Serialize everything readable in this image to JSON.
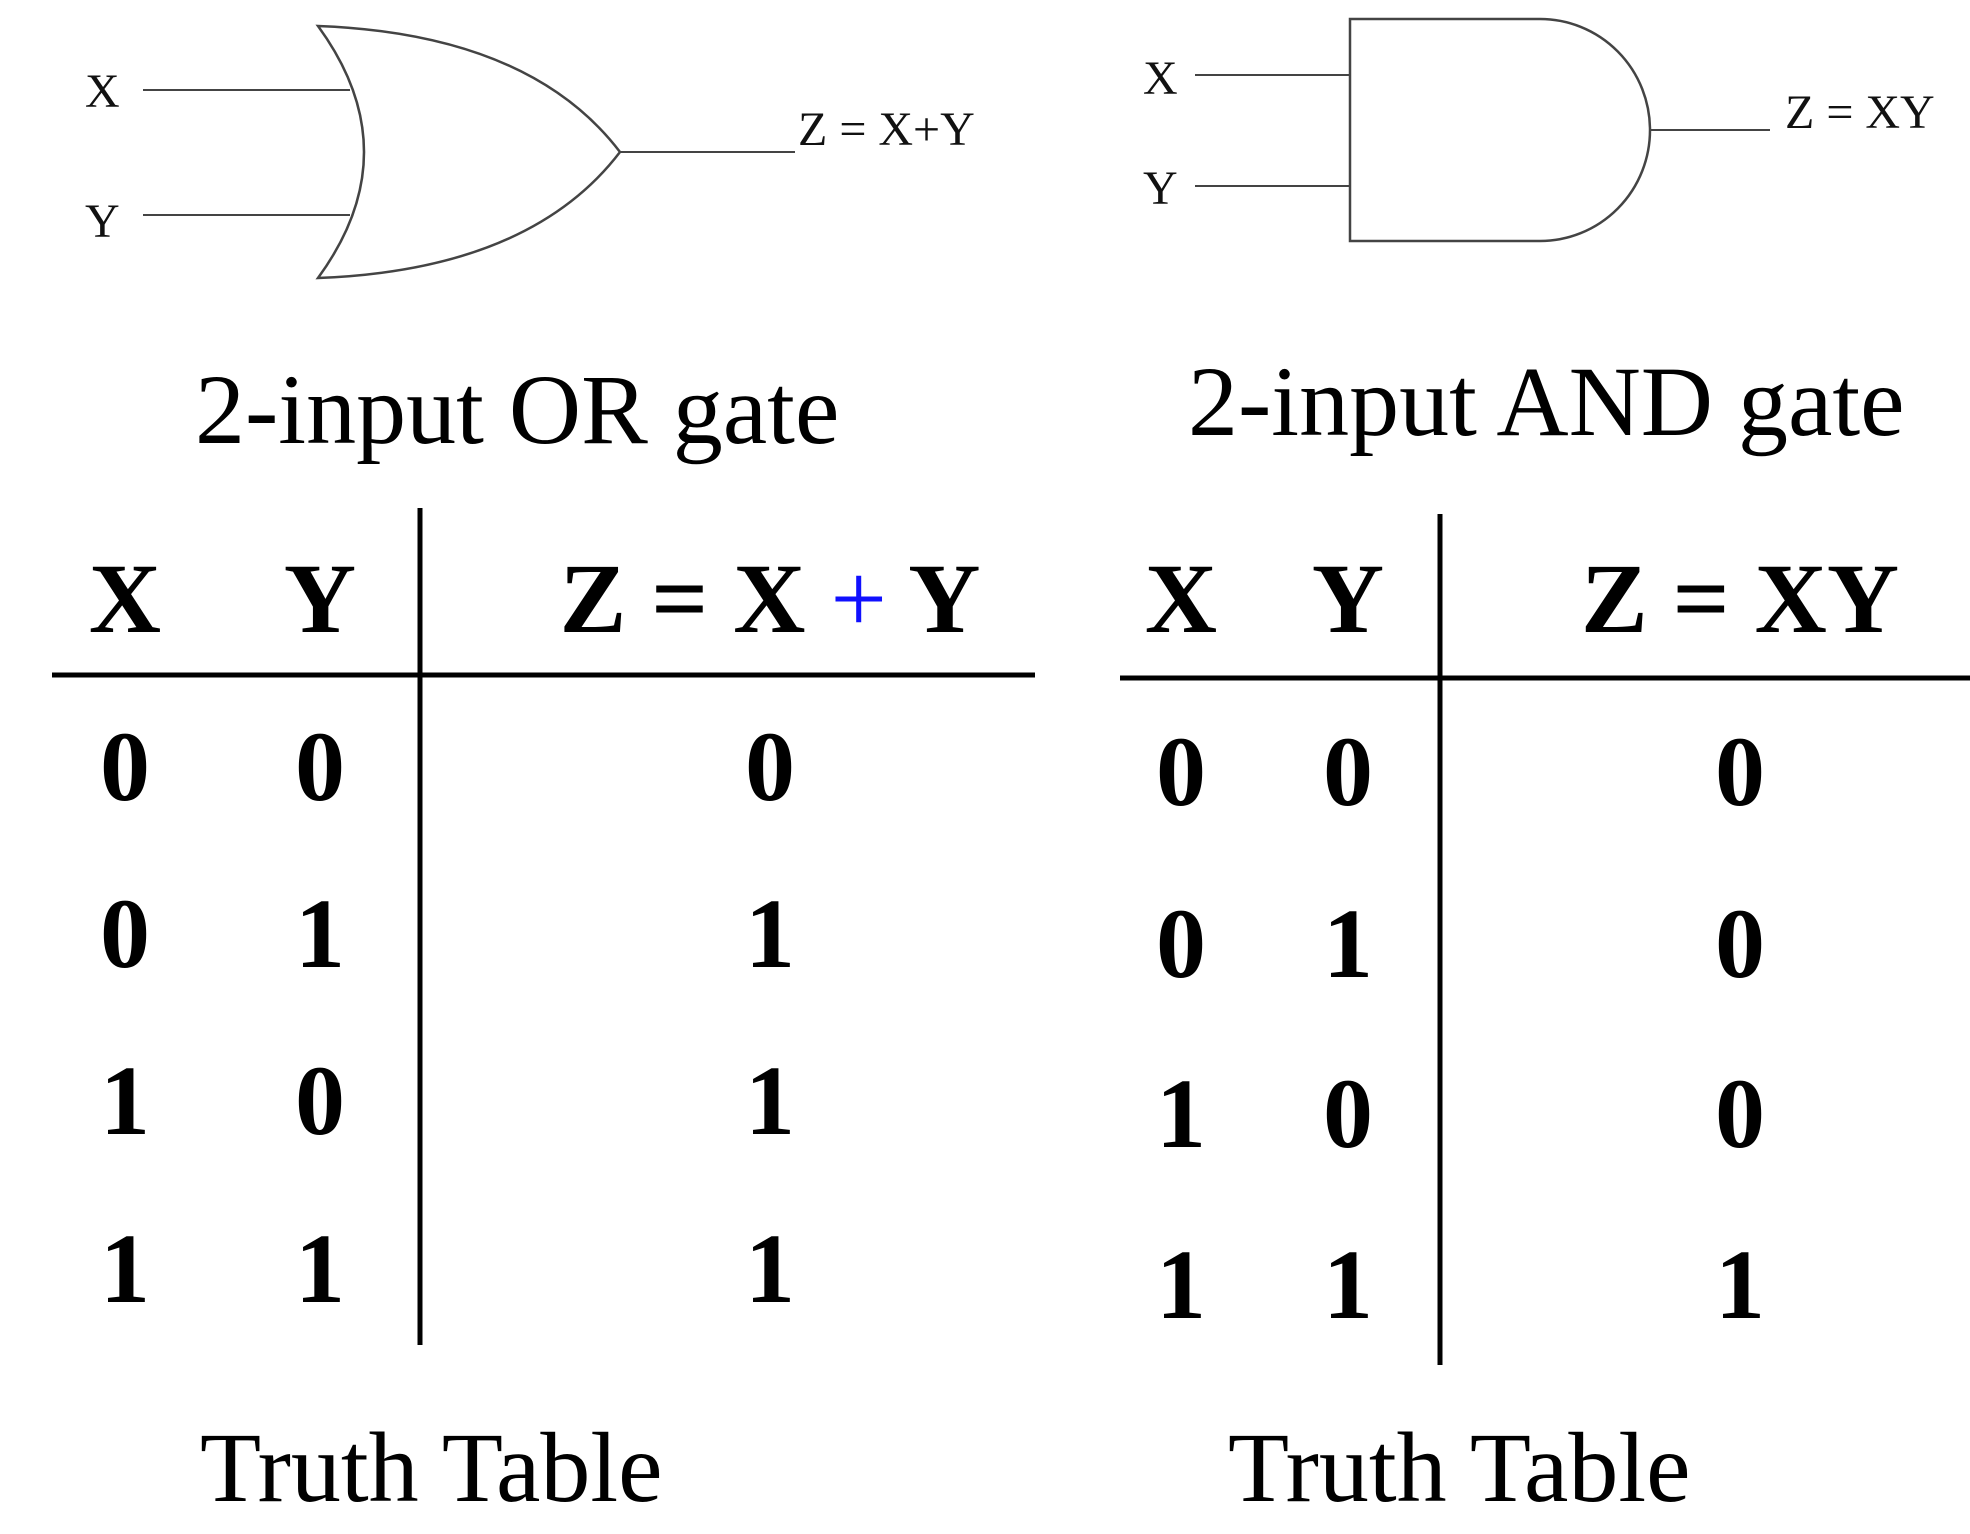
{
  "or_gate": {
    "input_x_label": "X",
    "input_y_label": "Y",
    "output_label": "Z = X+Y",
    "caption": "2-input OR gate",
    "table": {
      "headers": [
        "X",
        "Y",
        "Z = X + Y"
      ],
      "header_parts": {
        "lhs": "Z = X",
        "op": "+",
        "rhs": "Y"
      },
      "op_color": "#1010ff",
      "rows": [
        [
          "0",
          "0",
          "0"
        ],
        [
          "0",
          "1",
          "1"
        ],
        [
          "1",
          "0",
          "1"
        ],
        [
          "1",
          "1",
          "1"
        ]
      ]
    },
    "table_caption": "Truth Table"
  },
  "and_gate": {
    "input_x_label": "X",
    "input_y_label": "Y",
    "output_label": "Z = XY",
    "caption": "2-input AND gate",
    "table": {
      "headers": [
        "X",
        "Y",
        "Z = XY"
      ],
      "rows": [
        [
          "0",
          "0",
          "0"
        ],
        [
          "0",
          "1",
          "0"
        ],
        [
          "1",
          "0",
          "0"
        ],
        [
          "1",
          "1",
          "1"
        ]
      ]
    },
    "table_caption": "Truth Table"
  }
}
